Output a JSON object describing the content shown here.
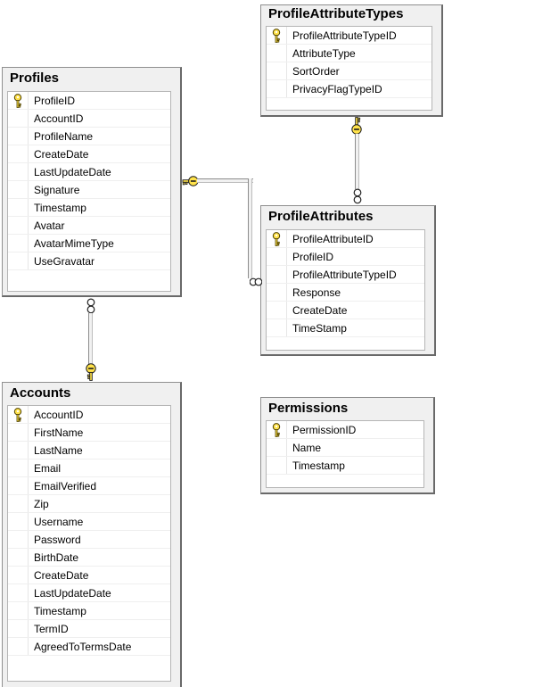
{
  "diagram": {
    "type": "database-diagram",
    "tables": [
      {
        "name": "Profiles",
        "fields": [
          {
            "name": "ProfileID",
            "pk": true
          },
          {
            "name": "AccountID"
          },
          {
            "name": "ProfileName"
          },
          {
            "name": "CreateDate"
          },
          {
            "name": "LastUpdateDate"
          },
          {
            "name": "Signature"
          },
          {
            "name": "Timestamp"
          },
          {
            "name": "Avatar"
          },
          {
            "name": "AvatarMimeType"
          },
          {
            "name": "UseGravatar"
          }
        ]
      },
      {
        "name": "ProfileAttributeTypes",
        "fields": [
          {
            "name": "ProfileAttributeTypeID",
            "pk": true
          },
          {
            "name": "AttributeType"
          },
          {
            "name": "SortOrder"
          },
          {
            "name": "PrivacyFlagTypeID"
          }
        ]
      },
      {
        "name": "ProfileAttributes",
        "fields": [
          {
            "name": "ProfileAttributeID",
            "pk": true
          },
          {
            "name": "ProfileID"
          },
          {
            "name": "ProfileAttributeTypeID"
          },
          {
            "name": "Response"
          },
          {
            "name": "CreateDate"
          },
          {
            "name": "TimeStamp"
          }
        ]
      },
      {
        "name": "Accounts",
        "fields": [
          {
            "name": "AccountID",
            "pk": true
          },
          {
            "name": "FirstName"
          },
          {
            "name": "LastName"
          },
          {
            "name": "Email"
          },
          {
            "name": "EmailVerified"
          },
          {
            "name": "Zip"
          },
          {
            "name": "Username"
          },
          {
            "name": "Password"
          },
          {
            "name": "BirthDate"
          },
          {
            "name": "CreateDate"
          },
          {
            "name": "LastUpdateDate"
          },
          {
            "name": "Timestamp"
          },
          {
            "name": "TermID"
          },
          {
            "name": "AgreedToTermsDate"
          }
        ]
      },
      {
        "name": "Permissions",
        "fields": [
          {
            "name": "PermissionID",
            "pk": true
          },
          {
            "name": "Name"
          },
          {
            "name": "Timestamp"
          }
        ]
      }
    ],
    "relationships": [
      {
        "one_side": "ProfileAttributeTypes",
        "many_side": "ProfileAttributes",
        "cardinality": "one-to-many"
      },
      {
        "one_side": "Profiles",
        "many_side": "ProfileAttributes",
        "cardinality": "one-to-many"
      },
      {
        "one_side": "Accounts",
        "many_side": "Profiles",
        "cardinality": "one-to-many"
      }
    ],
    "icons": {
      "primary_key": "key-icon",
      "relationship_one_end": "key-icon",
      "relationship_many_end": "infinity-icon"
    },
    "colors": {
      "canvas": "#ffffff",
      "window_frame": "#f0f0f0",
      "window_border": "#696969",
      "field_list_bg": "#ffffff",
      "key_yellow": "#ffe24a",
      "connector_gray": "#8c8c8c"
    }
  }
}
